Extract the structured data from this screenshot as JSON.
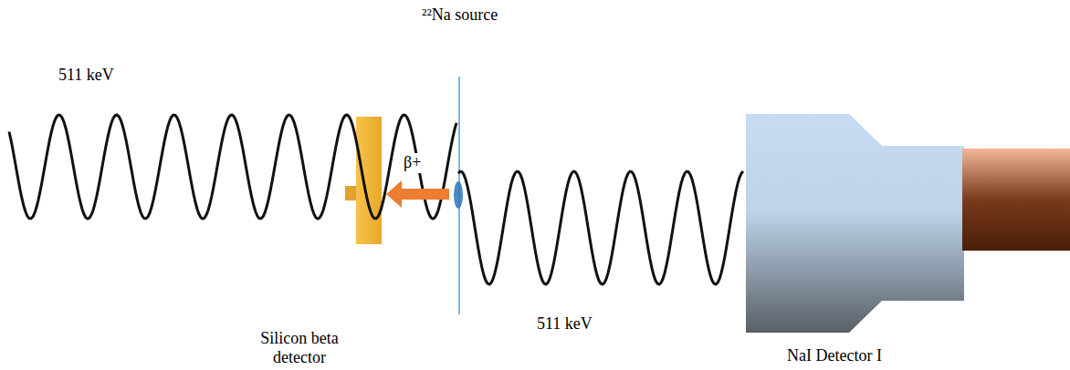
{
  "diagram": {
    "labels": [
      "²²Na source",
      "511 keV",
      "β+",
      "Silicon beta detector",
      "511 keV",
      "NaI Detector I"
    ]
  }
}
